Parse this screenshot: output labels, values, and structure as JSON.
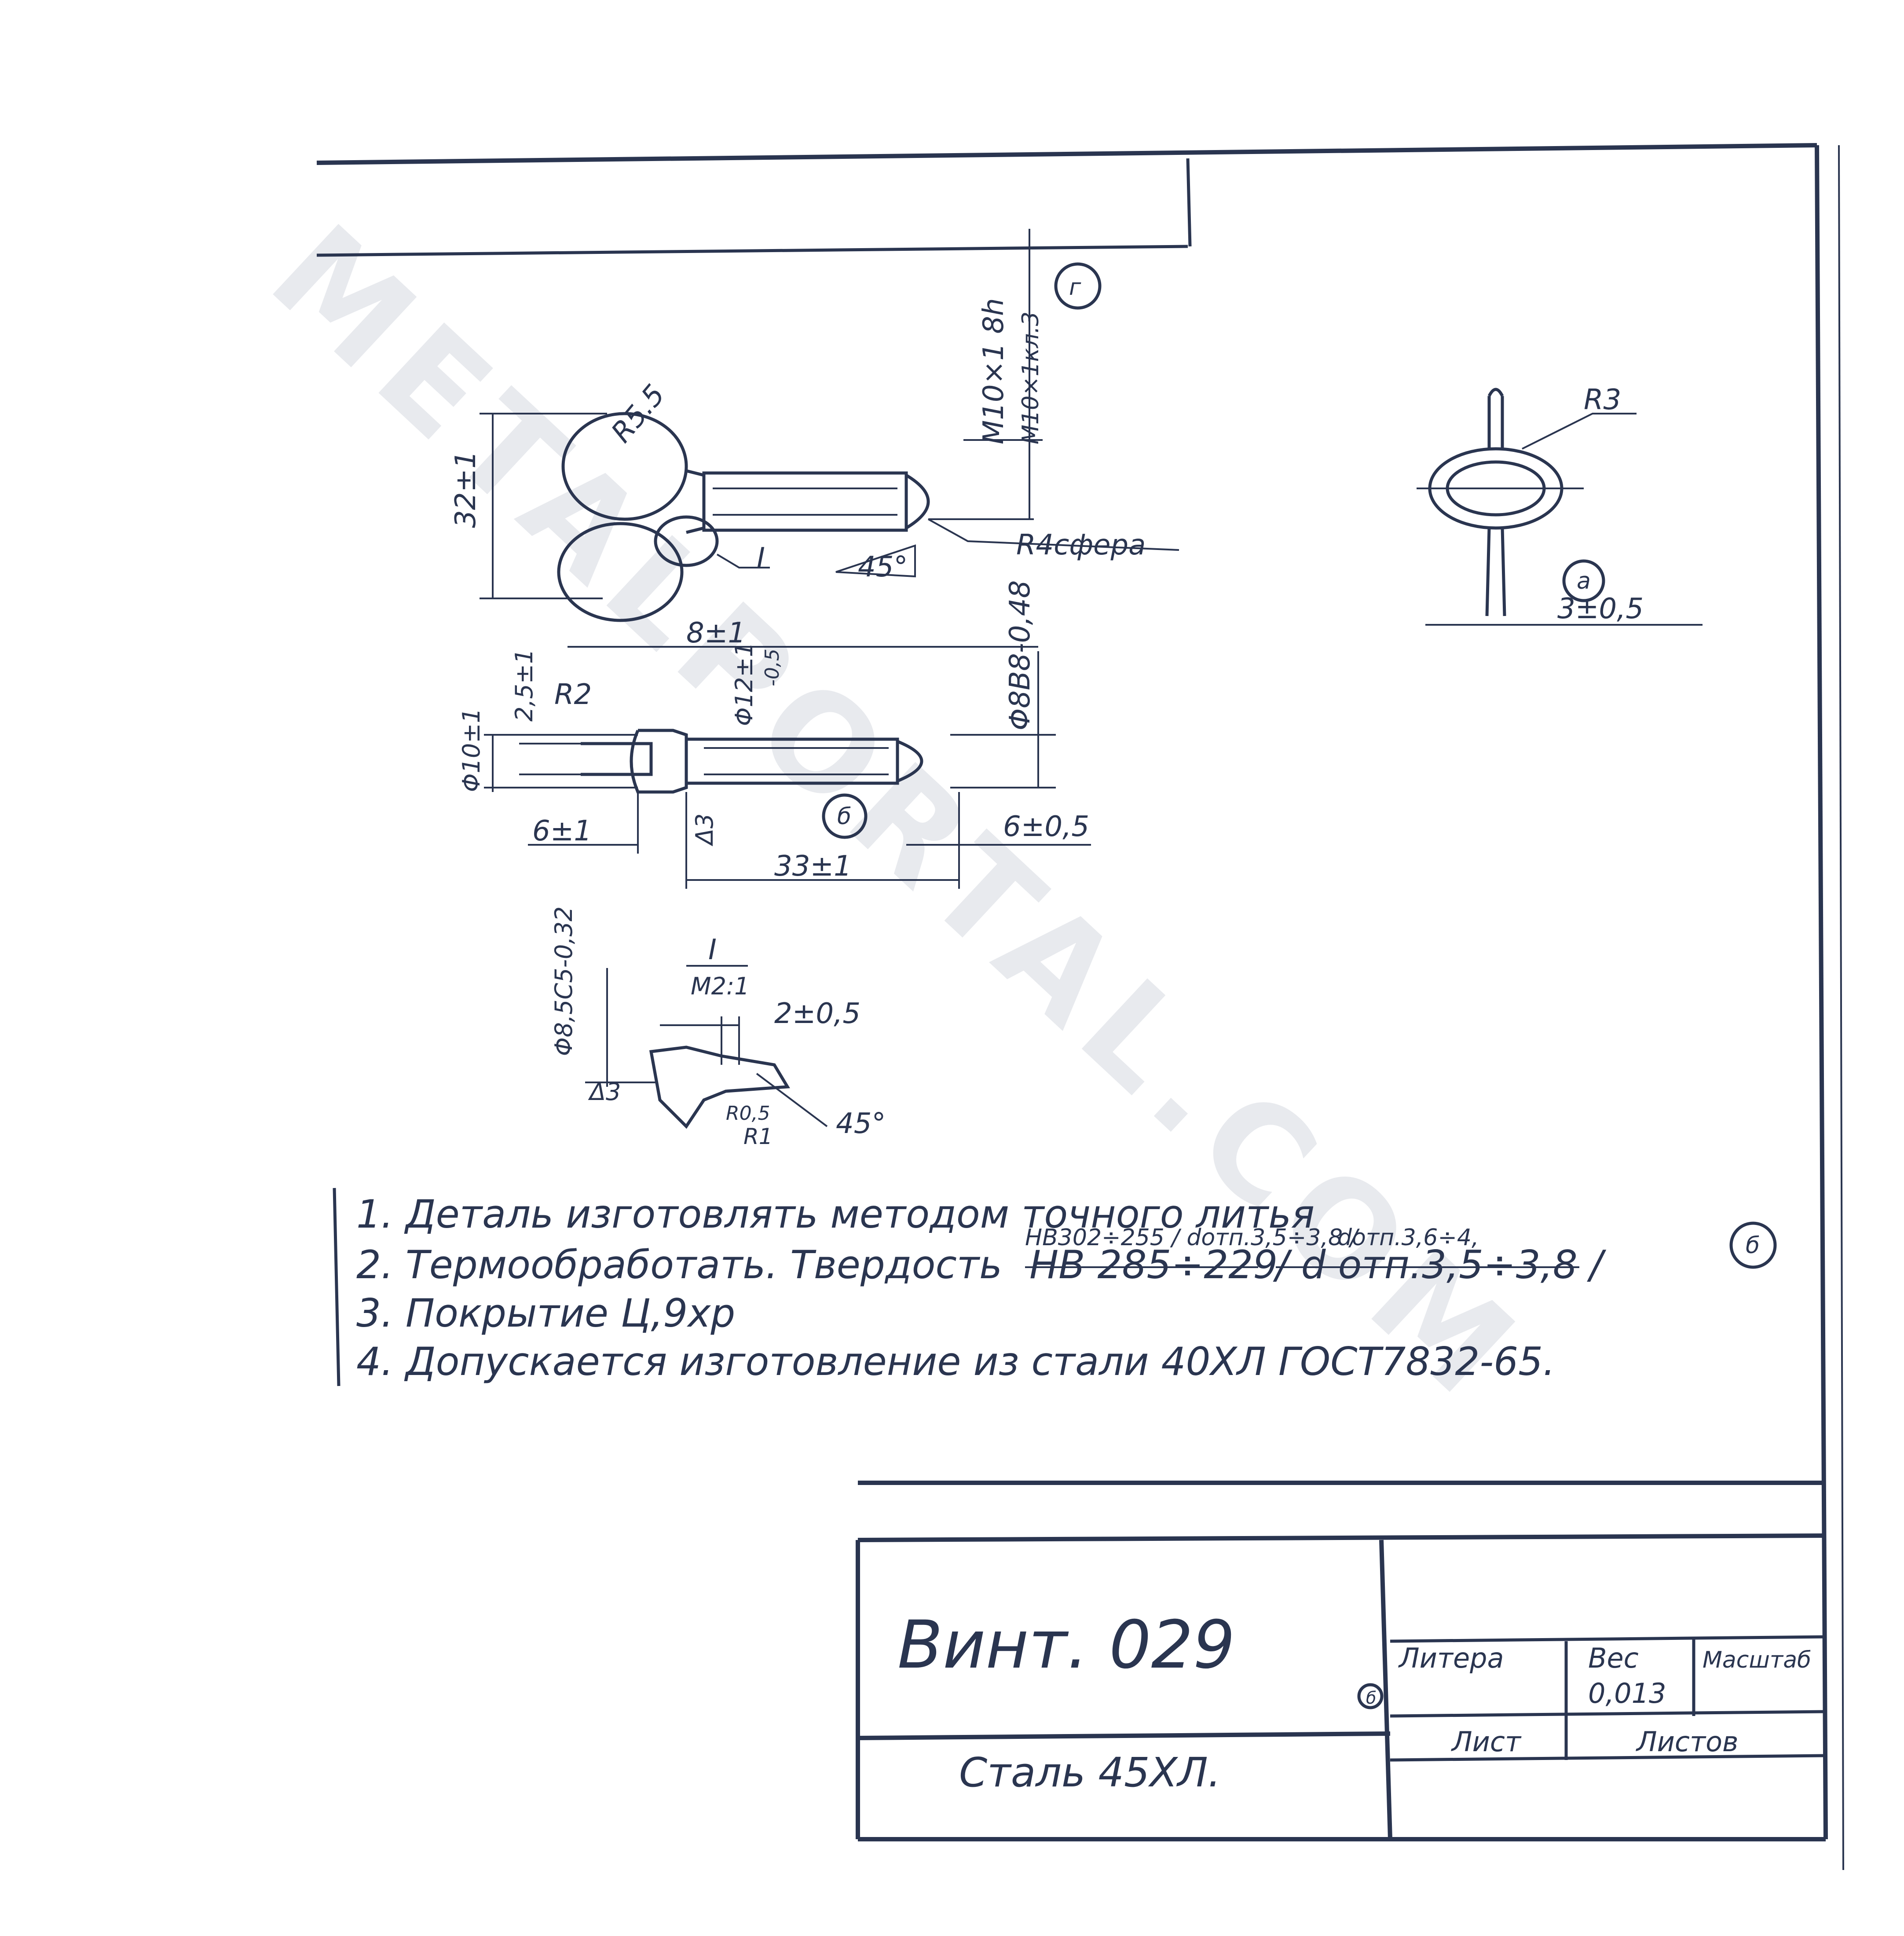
{
  "drawing": {
    "main_view": {
      "thread": "M10×1 8h",
      "thread_alt": "M10×1кл.3",
      "height": "32±1",
      "radius_head": "R5.5",
      "sphere": "R4сфера",
      "chamfer": "45°",
      "section_mark": "I",
      "view_mark": "г"
    },
    "side_view": {
      "radius": "R3",
      "view_mark": "a",
      "dim": "3±0,5"
    },
    "lower_view": {
      "length_8": "8±1",
      "thickness": "2,5±1",
      "radius": "R2",
      "dia_12": "Φ12±1",
      "dia_12_tol": "-0,5",
      "dia_8": "Φ8В8-0,48",
      "dia_10": "Φ10±1",
      "length_6a": "6±1",
      "delta": "Δ3",
      "view_mark": "б",
      "length_6b": "6±0,5",
      "length_33": "33±1"
    },
    "detail": {
      "mark": "I",
      "scale": "М2:1",
      "dia": "Φ8,5С5-0,32",
      "width": "2±0,5",
      "delta": "Δ3",
      "r05": "R0,5",
      "r1": "R1",
      "chamfer": "45°"
    },
    "notes": {
      "n1": "1. Деталь  изготовлять методом точного литья",
      "n2_overwrite": "НВ302÷255 / dотп.3,5÷3,8 /",
      "n2_overwrite2": "dотп.3,6÷4,",
      "n2": "2. Термообработать. Твердость",
      "n2_struck": "НВ 285÷229",
      "n2_struck2": "/ d отп.3,5÷3,8 /",
      "n3": "3. Покрытие  Ц,9хр",
      "n4": "4. Допускается  изготовление из стали 40ХЛ ГОСТ7832-65.",
      "mark": "б"
    },
    "title_block": {
      "name": "Винт.  029",
      "material": "Сталь 45ХЛ.",
      "mark": "б",
      "col_litera": "Литера",
      "col_ves": "Вес",
      "col_masshtab": "Масштаб",
      "weight": "0,013",
      "list_label": "Лист",
      "listov_label": "Листов"
    },
    "watermark": "METALPORTAL.COM"
  },
  "colors": {
    "ink": "#2a3550",
    "watermark": "#e6e8ec",
    "paper": "#ffffff"
  }
}
